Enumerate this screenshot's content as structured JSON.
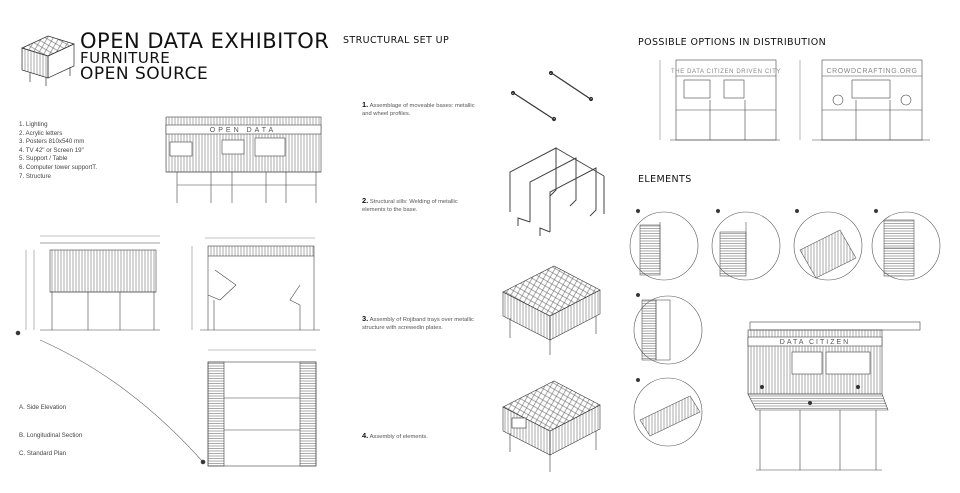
{
  "header": {
    "title": "OPEN DATA EXHIBITOR",
    "subtitle": "FURNITURE",
    "tagline": "OPEN SOURCE"
  },
  "legend": [
    "1. Lighting",
    "2. Acrylic letters",
    "3. Posters 810x540 mm",
    "4. TV 42\" or Screen 19\"",
    "5. Support / Table",
    "6. Computer tower supportT.",
    "7. Structure"
  ],
  "views": {
    "a": "A. Side Elevation",
    "b": "B. Longitudinal Section",
    "c": "C. Standard Plan"
  },
  "structural": {
    "heading": "STRUCTURAL SET UP",
    "steps": [
      {
        "num": "1.",
        "text": "Assemblage of moveable bases: metallic and wheel profiles."
      },
      {
        "num": "2.",
        "text": "Structural sills: Welding of metallic elements to the base."
      },
      {
        "num": "3.",
        "text": "Assembly of Rojiband trays over metallic structure with screwedin plates."
      },
      {
        "num": "4.",
        "text": "Assembly of elements."
      }
    ]
  },
  "distribution": {
    "heading": "POSSIBLE OPTIONS IN DISTRIBUTION",
    "option_a_sign": "THE DATA CITIZEN DRIVEN CITY",
    "option_b_sign": "CROWDCRAFTING.ORG"
  },
  "elements": {
    "heading": "ELEMENTS"
  },
  "front_sign": "OPEN DATA",
  "persp_sign": "DATA CITIZEN",
  "colors": {
    "ink": "#333333",
    "line": "#555555",
    "faint": "#999999"
  }
}
